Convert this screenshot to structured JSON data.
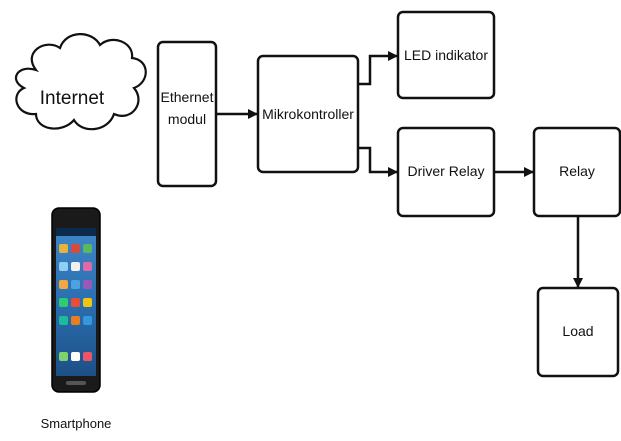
{
  "nodes": {
    "internet": "Internet",
    "ethernet_line1": "Ethernet",
    "ethernet_line2": "modul",
    "mikrokontroller": "Mikrokontroller",
    "led_indikator": "LED indikator",
    "driver_relay": "Driver Relay",
    "relay": "Relay",
    "load": "Load",
    "smartphone": "Smartphone"
  },
  "colors": {
    "stroke": "#111111",
    "background": "#ffffff",
    "phone_body": "#1a1a1a",
    "phone_screen": "#2a6fb0"
  }
}
